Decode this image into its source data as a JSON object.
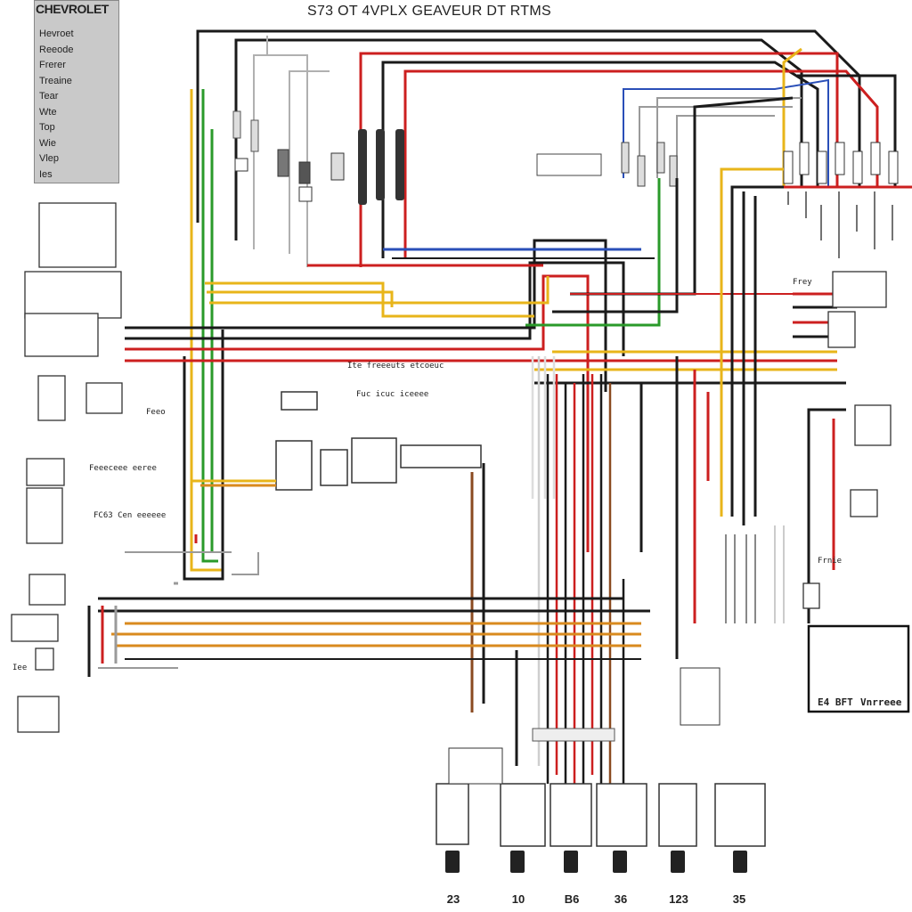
{
  "title": "S73 OT 4VPLX GEAVEUR DT RTMS",
  "legend": {
    "brand": "CHEVROLET",
    "items": [
      "Hevroet",
      "Reeode",
      "Frerer",
      "Treaine",
      "Tear",
      "Wte",
      "Top",
      "Wie",
      "Vlep",
      "Ies"
    ]
  },
  "wire_colors": {
    "black": "#1a1a1a",
    "red": "#cc1f1f",
    "yellow": "#e8b51a",
    "green": "#2a9a2a",
    "blue": "#2a4fb8",
    "orange": "#d98a1e",
    "brown": "#8a4a20",
    "gray": "#9a9a9a"
  },
  "annotations": [
    "Ite freeeuts etcoeuc",
    "Fuc icuc iceeee",
    "Feeeceee eeree",
    "FC63 Cen eeeeee",
    "Iee",
    "Feeo",
    "Frnie",
    "E4 BFT",
    "Vnrreee",
    "Frey"
  ],
  "terminals": [
    "23",
    "10",
    "B6",
    "36",
    "123",
    "35"
  ]
}
